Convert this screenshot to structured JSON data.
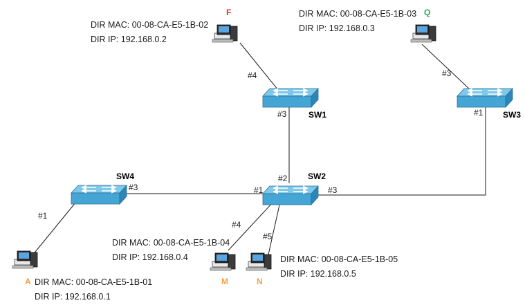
{
  "hosts": [
    {
      "id": "A",
      "letter": "A",
      "letter_color": "#f2a04a",
      "mac_line": "DIR MAC: 00-08-CA-E5-1B-01",
      "ip_line": "DIR IP: 192.168.0.1"
    },
    {
      "id": "F",
      "letter": "F",
      "letter_color": "#d9342b",
      "mac_line": "DIR MAC: 00-08-CA-E5-1B-02",
      "ip_line": "DIR IP: 192.168.0.2"
    },
    {
      "id": "Q",
      "letter": "Q",
      "letter_color": "#2aa84a",
      "mac_line": "DIR MAC: 00-08-CA-E5-1B-03",
      "ip_line": "DIR IP: 192.168.0.3"
    },
    {
      "id": "M",
      "letter": "M",
      "letter_color": "#f2a04a",
      "mac_line": "DIR MAC: 00-08-CA-E5-1B-04",
      "ip_line": "DIR IP: 192.168.0.4"
    },
    {
      "id": "N",
      "letter": "N",
      "letter_color": "#f2a04a",
      "mac_line": "DIR MAC: 00-08-CA-E5-1B-05",
      "ip_line": "DIR IP: 192.168.0.5"
    }
  ],
  "switches": [
    {
      "id": "SW1",
      "label": "SW1"
    },
    {
      "id": "SW2",
      "label": "SW2"
    },
    {
      "id": "SW3",
      "label": "SW3"
    },
    {
      "id": "SW4",
      "label": "SW4"
    }
  ],
  "ports": {
    "sw1_to_F": "#4",
    "sw1_to_sw2": "#3",
    "sw3_to_Q": "#3",
    "sw3_to_sw2": "#1",
    "sw2_to_sw1": "#2",
    "sw2_to_sw4": "#1",
    "sw2_to_sw3": "#3",
    "sw2_to_M": "#4",
    "sw2_to_N": "#5",
    "sw4_to_sw2": "#3",
    "sw4_to_A": "#1"
  },
  "colors": {
    "switch_face": "#45a6d6",
    "switch_top": "#7ec8ea",
    "switch_arrows": "#ffffff",
    "link": "#1a1a1a"
  },
  "icons": {
    "switch": "network-switch-icon",
    "host": "desktop-computer-icon"
  }
}
